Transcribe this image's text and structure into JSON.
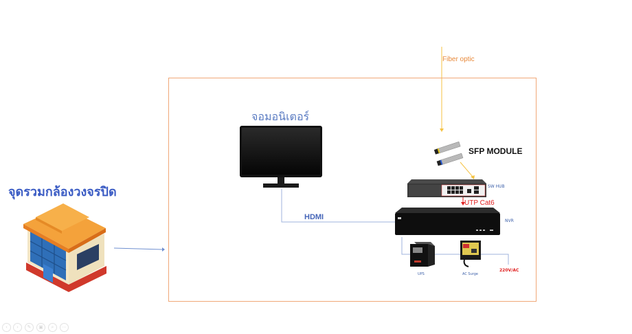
{
  "diagram": {
    "site_title": "จุดรวมกล้องวงจรปิด",
    "monitor_label": "จอมอนิเตอร์",
    "fiber_label": "Fiber optic",
    "sfp_label": "SFP MODULE",
    "switch_label": "SW HUB",
    "utp_label": "UTP Cat6",
    "nvr_label": "NVR",
    "hdmi_label": "HDMI",
    "ups_label": "UPS",
    "surge_label": "AC Surge",
    "power_label": "220V/AC",
    "colors": {
      "title_blue": "#3b5cc4",
      "frame_orange": "#f0a878",
      "fiber_yellow": "#f5c242",
      "utp_red": "#e02020",
      "connector_blue": "#8aa4d8"
    }
  },
  "slideshow_controls": [
    {
      "name": "previous",
      "icon": "chevron-left-icon",
      "glyph": "‹"
    },
    {
      "name": "next",
      "icon": "chevron-right-icon",
      "glyph": "›"
    },
    {
      "name": "pen",
      "icon": "pen-icon",
      "glyph": "✎"
    },
    {
      "name": "slides",
      "icon": "slides-icon",
      "glyph": "▣"
    },
    {
      "name": "zoom",
      "icon": "magnifier-icon",
      "glyph": "⌕"
    },
    {
      "name": "more",
      "icon": "more-icon",
      "glyph": "⋯"
    }
  ]
}
